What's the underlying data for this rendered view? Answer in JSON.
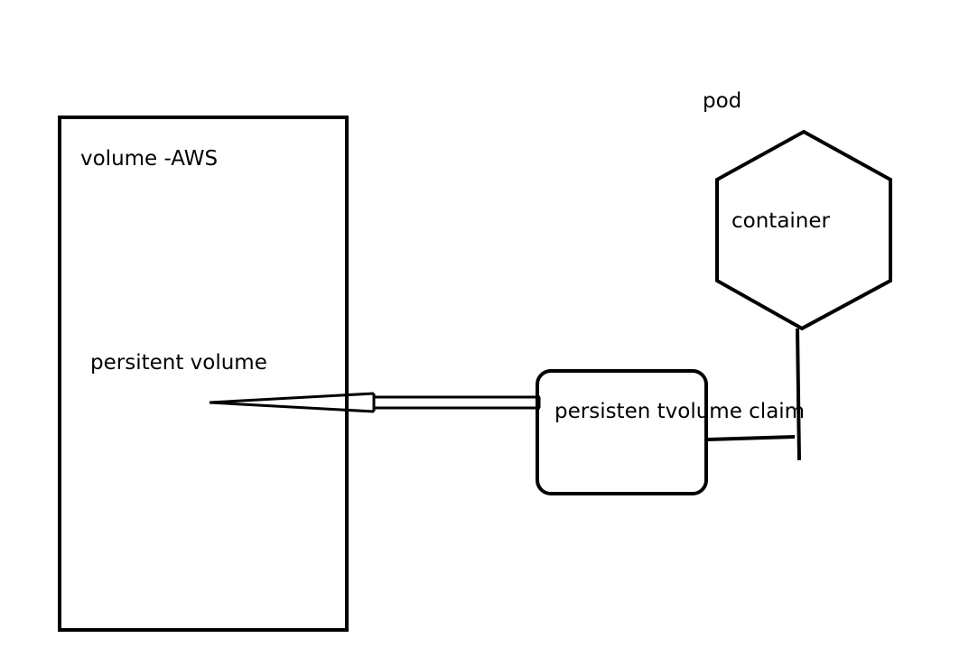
{
  "diagram": {
    "labels": {
      "pod": "pod",
      "volume_aws": "volume -AWS",
      "container": "container",
      "persistent_volume": "persitent volume",
      "persistent_volume_claim": "persisten tvolume claim"
    },
    "stroke_color": "#000000",
    "background_color": "#ffffff"
  }
}
